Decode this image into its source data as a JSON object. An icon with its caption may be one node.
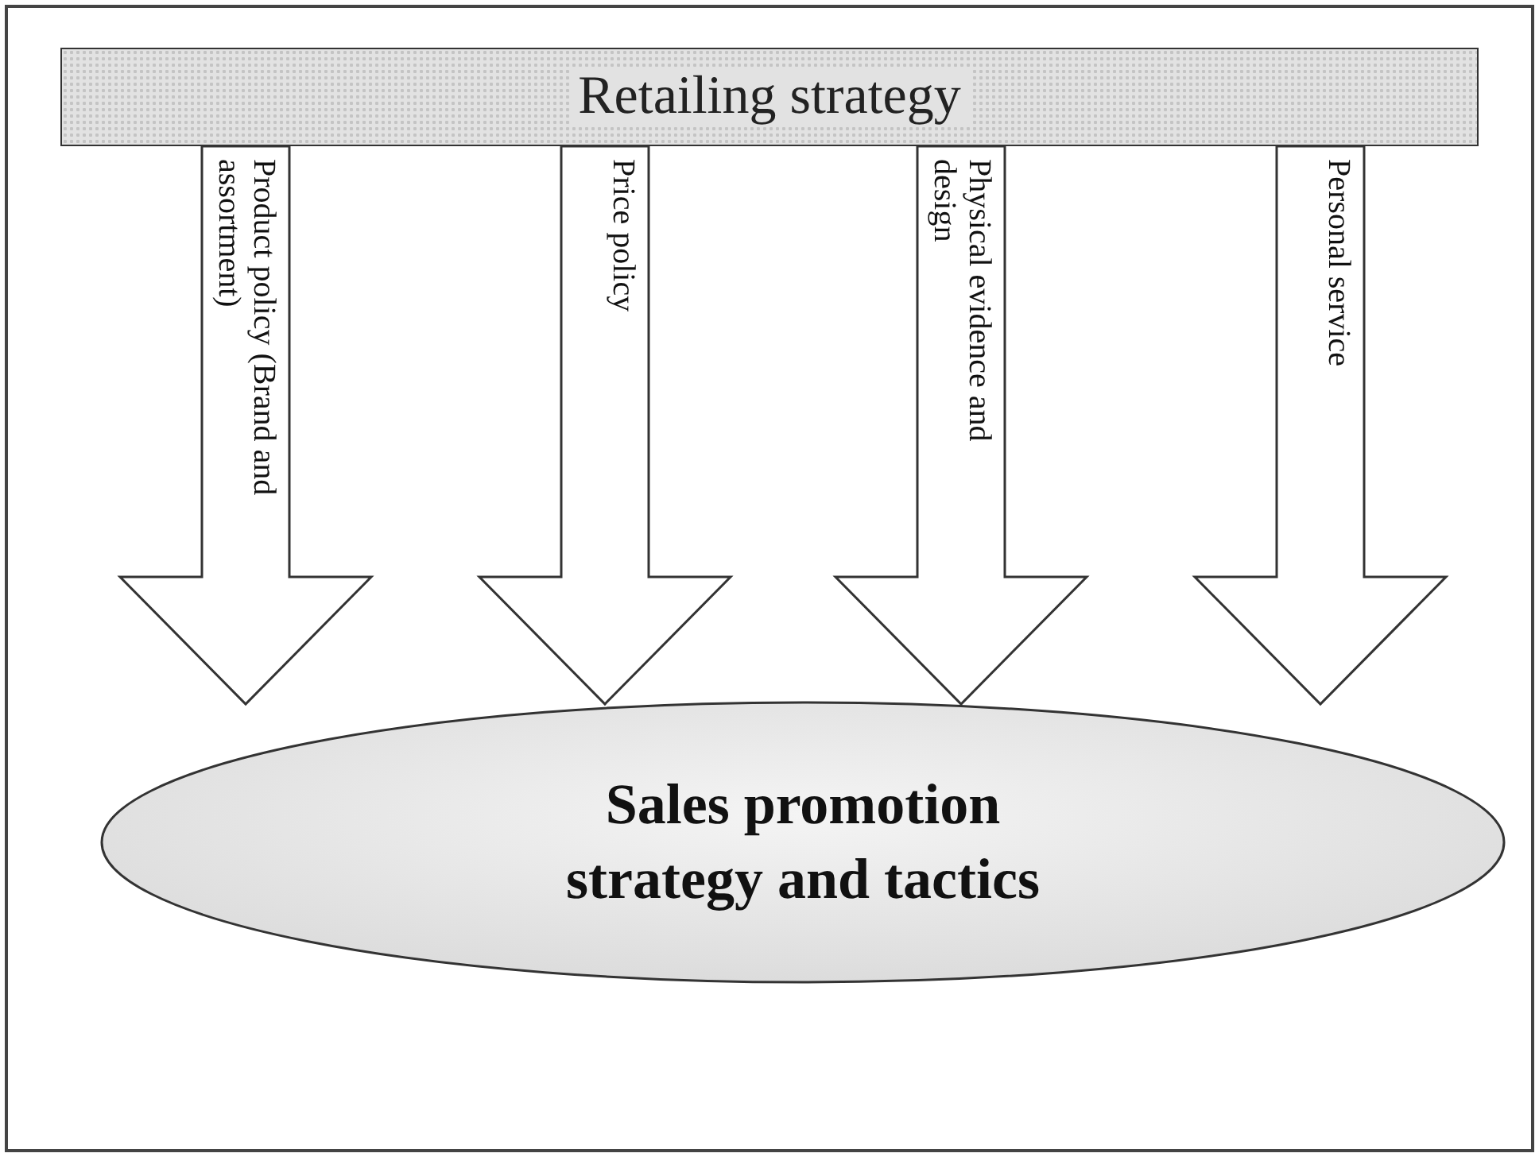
{
  "diagram": {
    "nodes": [
      {
        "text": [
          "Retailing strategy"
        ]
      },
      {
        "text": [
          "Sales promotion strategy and tactics"
        ]
      }
    ],
    "edges": [
      {
        "from": 0,
        "to": 1,
        "arrow": "to",
        "label": "Product policy (Brand and assortment)"
      },
      {
        "from": 0,
        "to": 1,
        "arrow": "to",
        "label": "Price policy"
      },
      {
        "from": 0,
        "to": 1,
        "arrow": "to",
        "label": "Physical evidence and design"
      },
      {
        "from": 0,
        "to": 1,
        "arrow": "to",
        "label": "Personal service"
      }
    ]
  }
}
